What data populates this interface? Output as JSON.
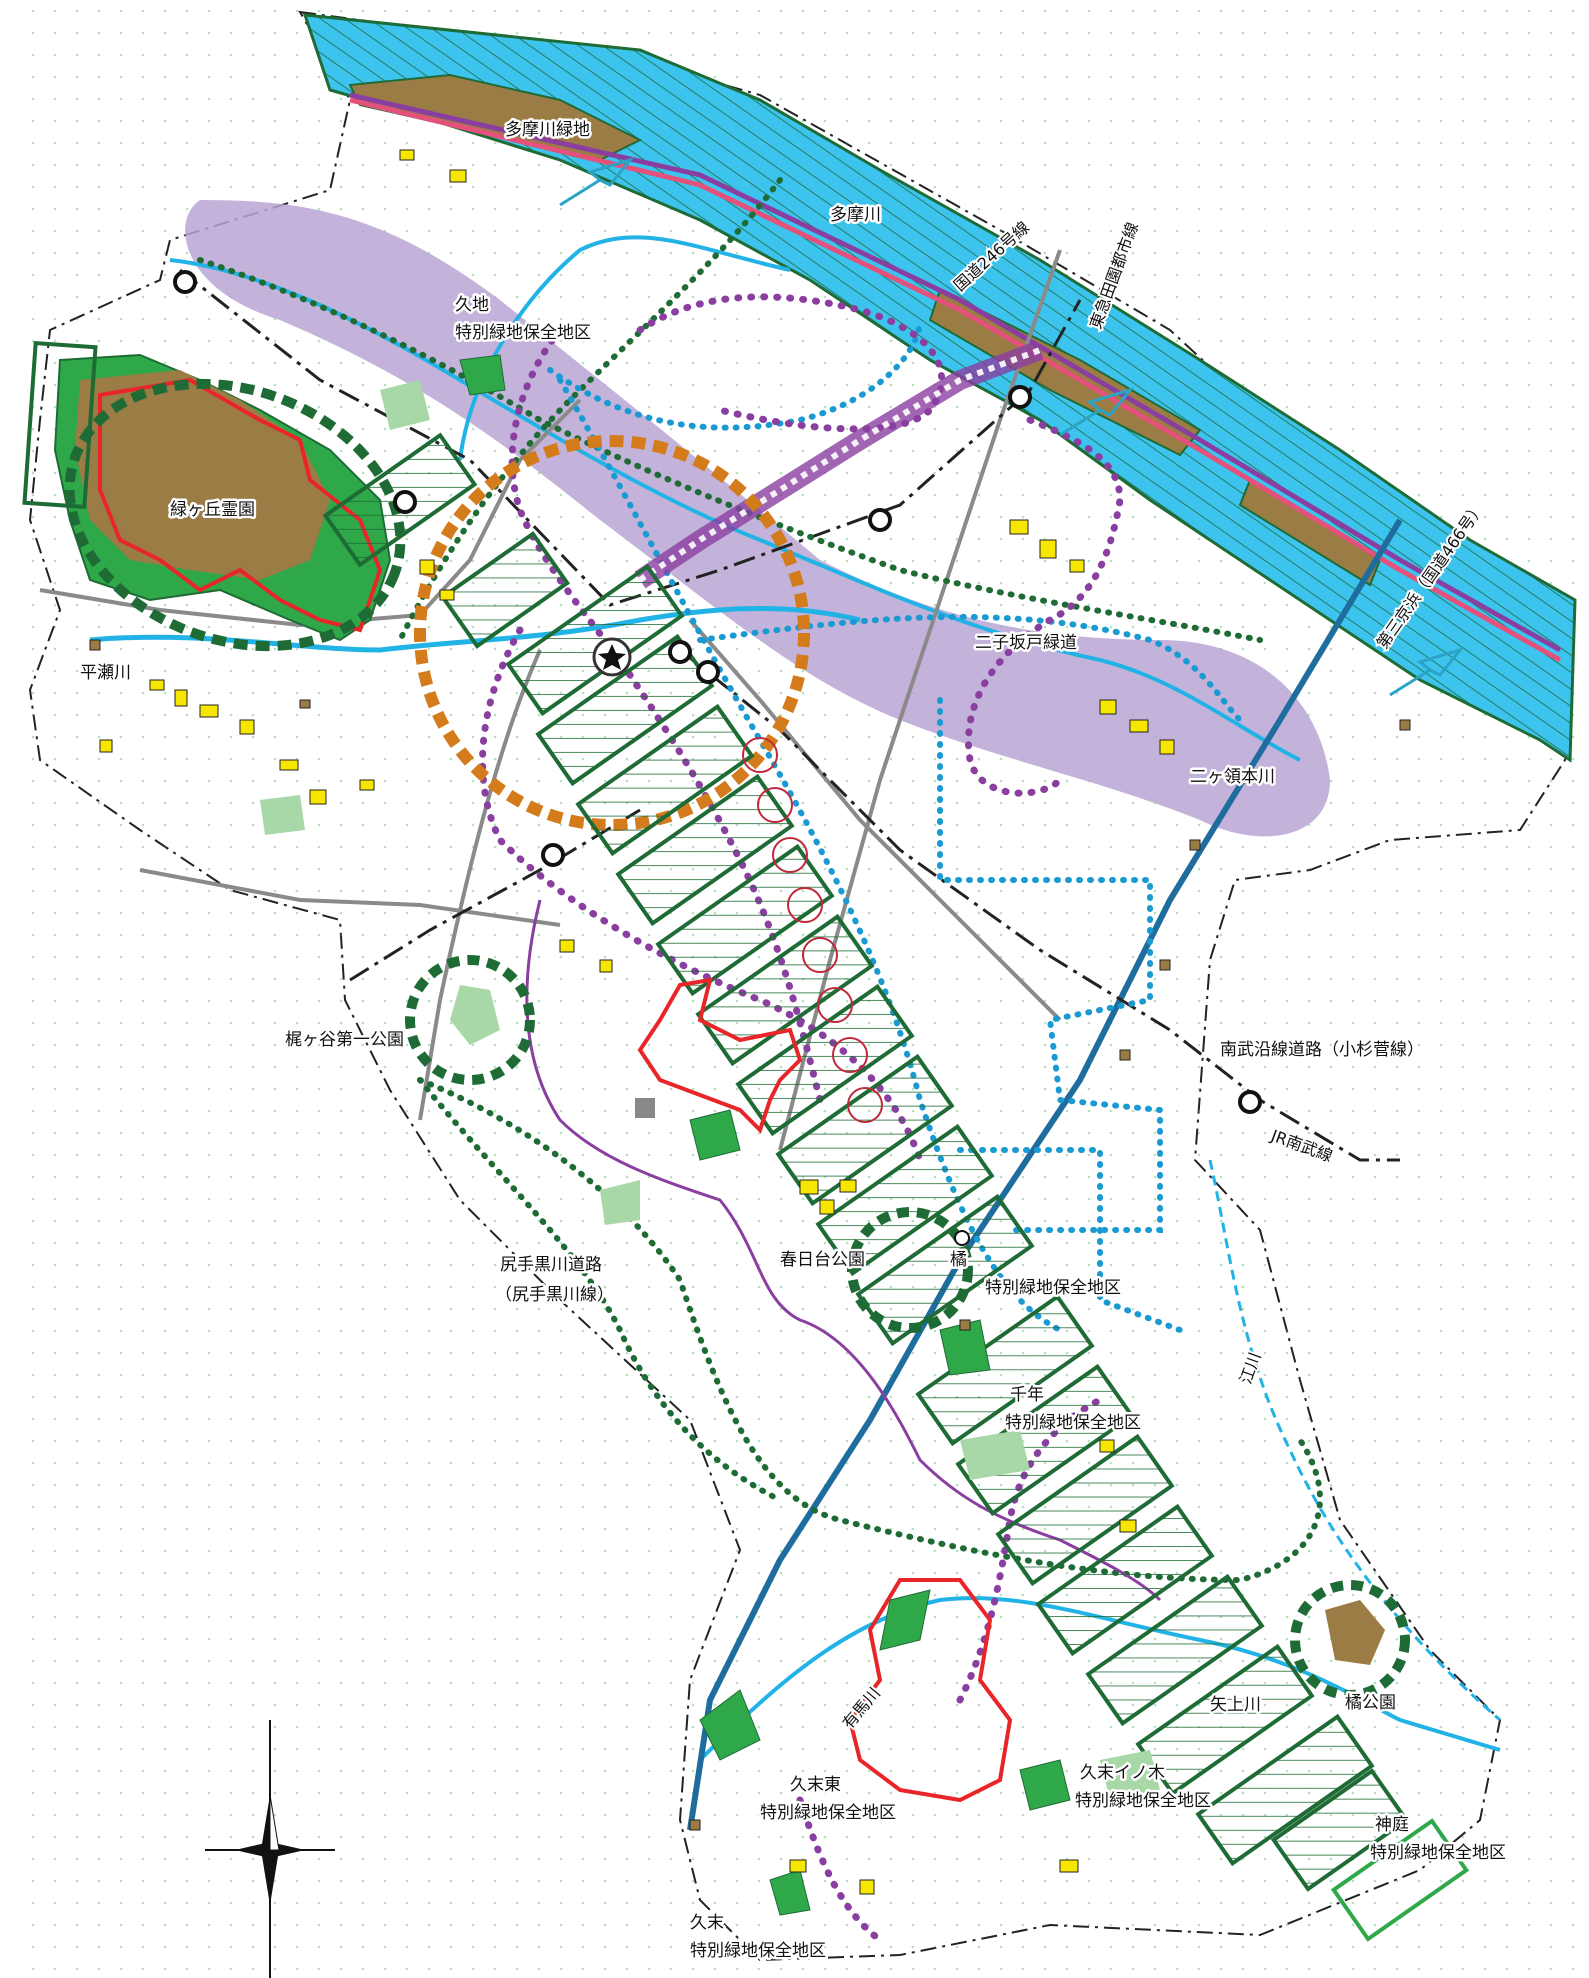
{
  "labels": {
    "tama_ryokuchi": "多摩川緑地",
    "tamagawa": "多摩川",
    "route246": "国道246号線",
    "denentoshi": "東急田園都市線",
    "daisan_keihin": "第三京浜（国道466号）",
    "kuji_1": "久地",
    "kuji_2": "特別緑地保全地区",
    "midorigaoka": "緑ヶ丘霊園",
    "hirasegawa": "平瀬川",
    "futagoshinchi": "二子坂戸緑道",
    "nikaryo": "二ヶ領本川",
    "kajigaya": "梶ヶ谷第一公園",
    "nambu_road": "南武沿線道路（小杉菅線）",
    "jr_nambu": "JR南武線",
    "kasugadai": "春日台公園",
    "tachibana_1": "橘",
    "tachibana_2": "特別緑地保全地区",
    "chitose_1": "千年",
    "chitose_2": "特別緑地保全地区",
    "shirite_1": "尻手黒川道路",
    "shirite_2": "（尻手黒川線）",
    "egawa": "江川",
    "yagamigawa": "矢上川",
    "tachibana_park": "橘公園",
    "arimagawa": "有馬川",
    "hisasue_higashi_1": "久末東",
    "hisasue_higashi_2": "特別緑地保全地区",
    "hisasue_inoki_1": "久末イノ木",
    "hisasue_inoki_2": "特別緑地保全地区",
    "kanba_1": "神庭",
    "kanba_2": "特別緑地保全地区",
    "hisasue_1": "久末",
    "hisasue_2": "特別緑地保全地区"
  },
  "colors": {
    "water": "#3cc4ef",
    "river_line": "#22b3e6",
    "green_dark": "#1e6b35",
    "green_mid": "#2fa84a",
    "green_light": "#a8d8a8",
    "brown": "#9c7c45",
    "purple_band": "#b9a6d4",
    "purple_dot": "#8a3fa0",
    "orange": "#d47b1c",
    "blue_dot": "#1a9ad3",
    "red": "#e8262a",
    "yellow": "#f7e700",
    "rail_pink": "#e4517b",
    "highway_blue": "#1f6d9e"
  },
  "icons": {
    "compass": "compass-rose-icon",
    "city_hall": "star-circle-icon",
    "station": "station-ring-icon",
    "arrow": "double-arrow-icon"
  }
}
